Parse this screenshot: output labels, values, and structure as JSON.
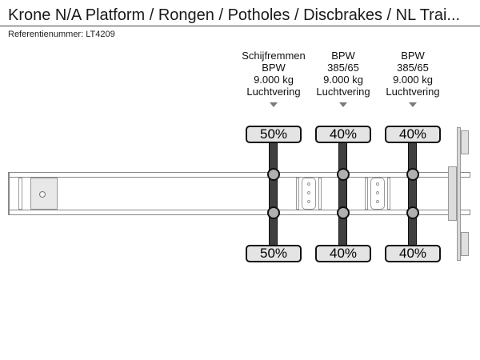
{
  "header": {
    "title": "Krone N/A Platform / Rongen / Potholes / Discbrakes / NL Trai...",
    "reference": "Referentienummer: LT4209"
  },
  "axles": [
    {
      "lines": [
        "Schijfremmen",
        "BPW",
        "9.000 kg",
        "Luchtvering"
      ],
      "arrow_icon": "arrow-down-icon",
      "load_top": "50%",
      "load_bottom": "50%"
    },
    {
      "lines": [
        "BPW",
        "385/65",
        "9.000 kg",
        "Luchtvering"
      ],
      "arrow_icon": "arrow-down-icon",
      "load_top": "40%",
      "load_bottom": "40%"
    },
    {
      "lines": [
        "BPW",
        "385/65",
        "9.000 kg",
        "Luchtvering"
      ],
      "arrow_icon": "arrow-down-icon",
      "load_top": "40%",
      "load_bottom": "40%"
    }
  ],
  "colors": {
    "background": "#ffffff",
    "text": "#111111",
    "divider": "#444444",
    "chassis_line": "#888888",
    "axle_bar": "#3f3f3f",
    "hub_fill": "#b0b0b0",
    "tire_box_fill": "#e4e4e4",
    "tire_box_border": "#111111",
    "arrow": "#7a7a7a",
    "plate_fill": "#e8e8e8"
  }
}
